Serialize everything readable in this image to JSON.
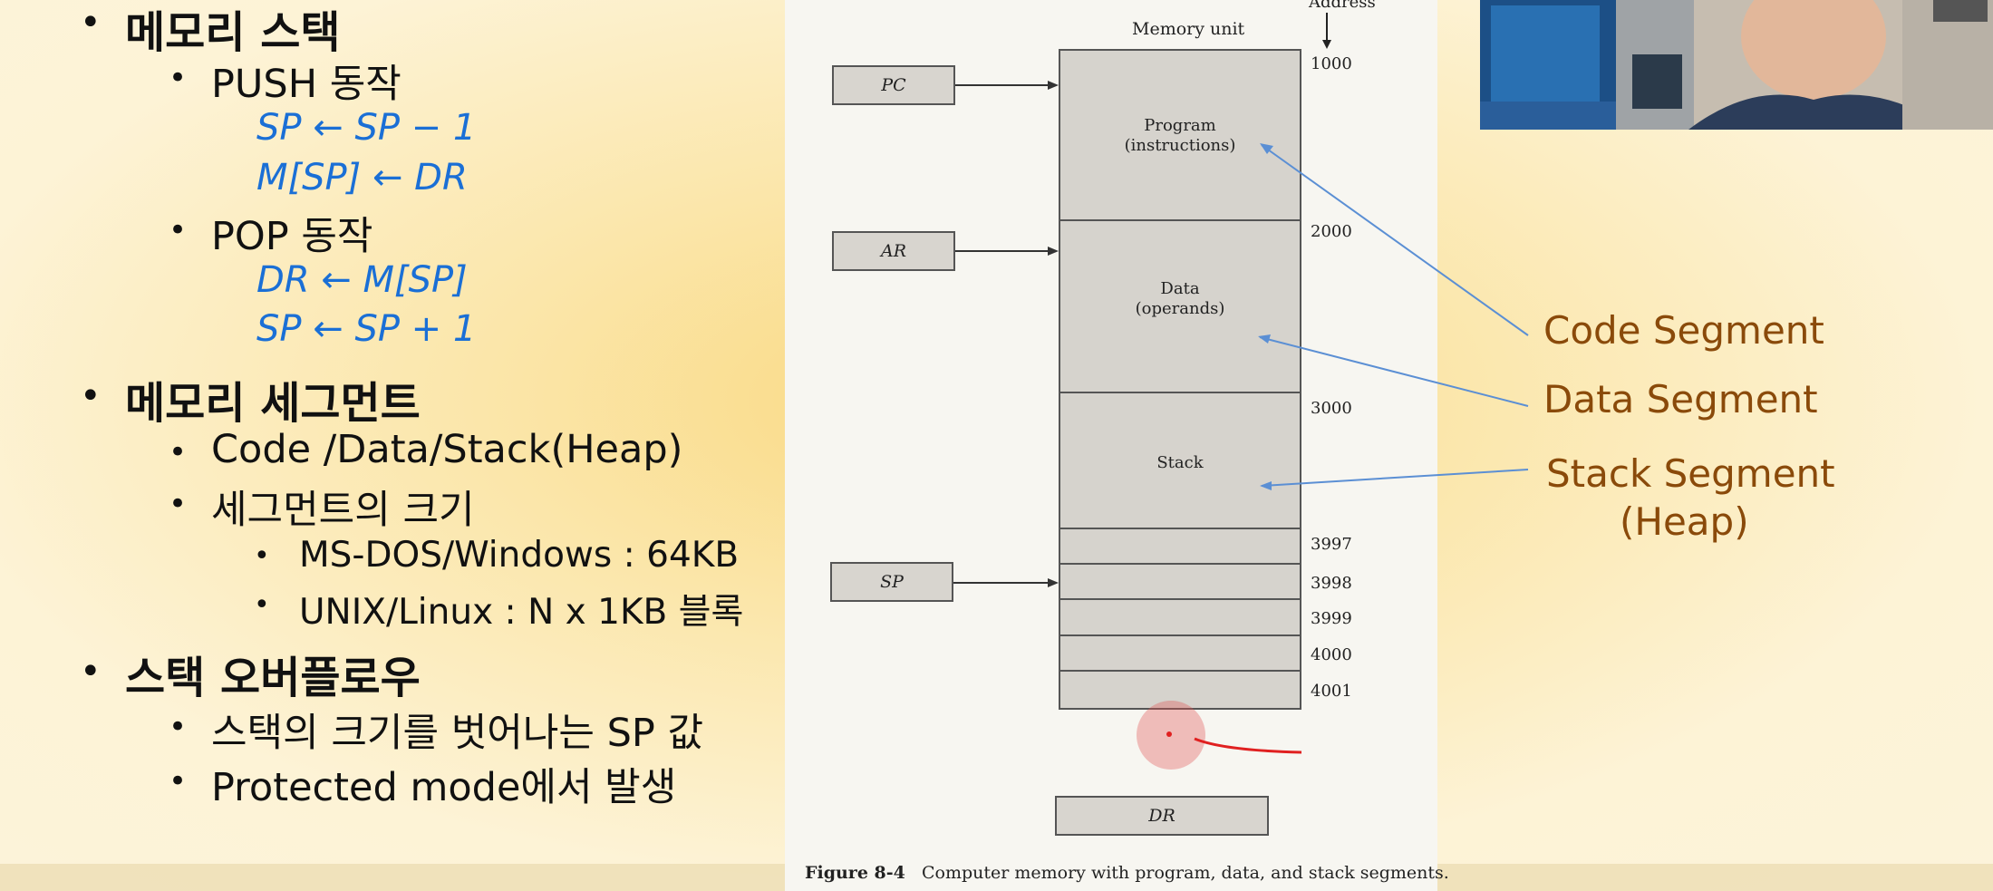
{
  "left_panel": {
    "stack_heading": "메모리 스택",
    "push_label": "PUSH 동작",
    "push_eq1": "SP ← SP − 1",
    "push_eq2": "M[SP] ← DR",
    "pop_label": "POP 동작",
    "pop_eq1": "DR ← M[SP]",
    "pop_eq2": "SP ← SP + 1",
    "segment_heading": "메모리 세그먼트",
    "segment_types": "Code /Data/Stack(Heap)",
    "segment_size": "세그먼트의 크기",
    "msdos_size": "MS-DOS/Windows : 64KB",
    "unix_size": "UNIX/Linux : N x 1KB  블록",
    "overflow_heading": "스택 오버플로우",
    "overflow_desc": "스택의 크기를 벗어나는 SP 값",
    "overflow_mode": "Protected mode에서 발생"
  },
  "figure": {
    "address_header": "Address",
    "memory_unit_label": "Memory unit",
    "registers": {
      "pc": "PC",
      "ar": "AR",
      "sp": "SP",
      "dr": "DR"
    },
    "segments": {
      "program_line1": "Program",
      "program_line2": "(instructions)",
      "data_line1": "Data",
      "data_line2": "(operands)",
      "stack": "Stack"
    },
    "addresses": [
      "1000",
      "2000",
      "3000",
      "3997",
      "3998",
      "3999",
      "4000",
      "4001"
    ],
    "caption_label": "Figure 8-4",
    "caption_text": "Computer memory with program, data, and stack segments."
  },
  "annotations": {
    "code_segment": "Code Segment",
    "data_segment": "Data Segment",
    "stack_segment_line1": "Stack Segment",
    "stack_segment_line2": "(Heap)"
  },
  "colors": {
    "equation_blue": "#1a6fd6",
    "label_brown": "#8a4a0a",
    "arrow_blue": "#5b8fd4",
    "pointer_red": "#e02020"
  }
}
